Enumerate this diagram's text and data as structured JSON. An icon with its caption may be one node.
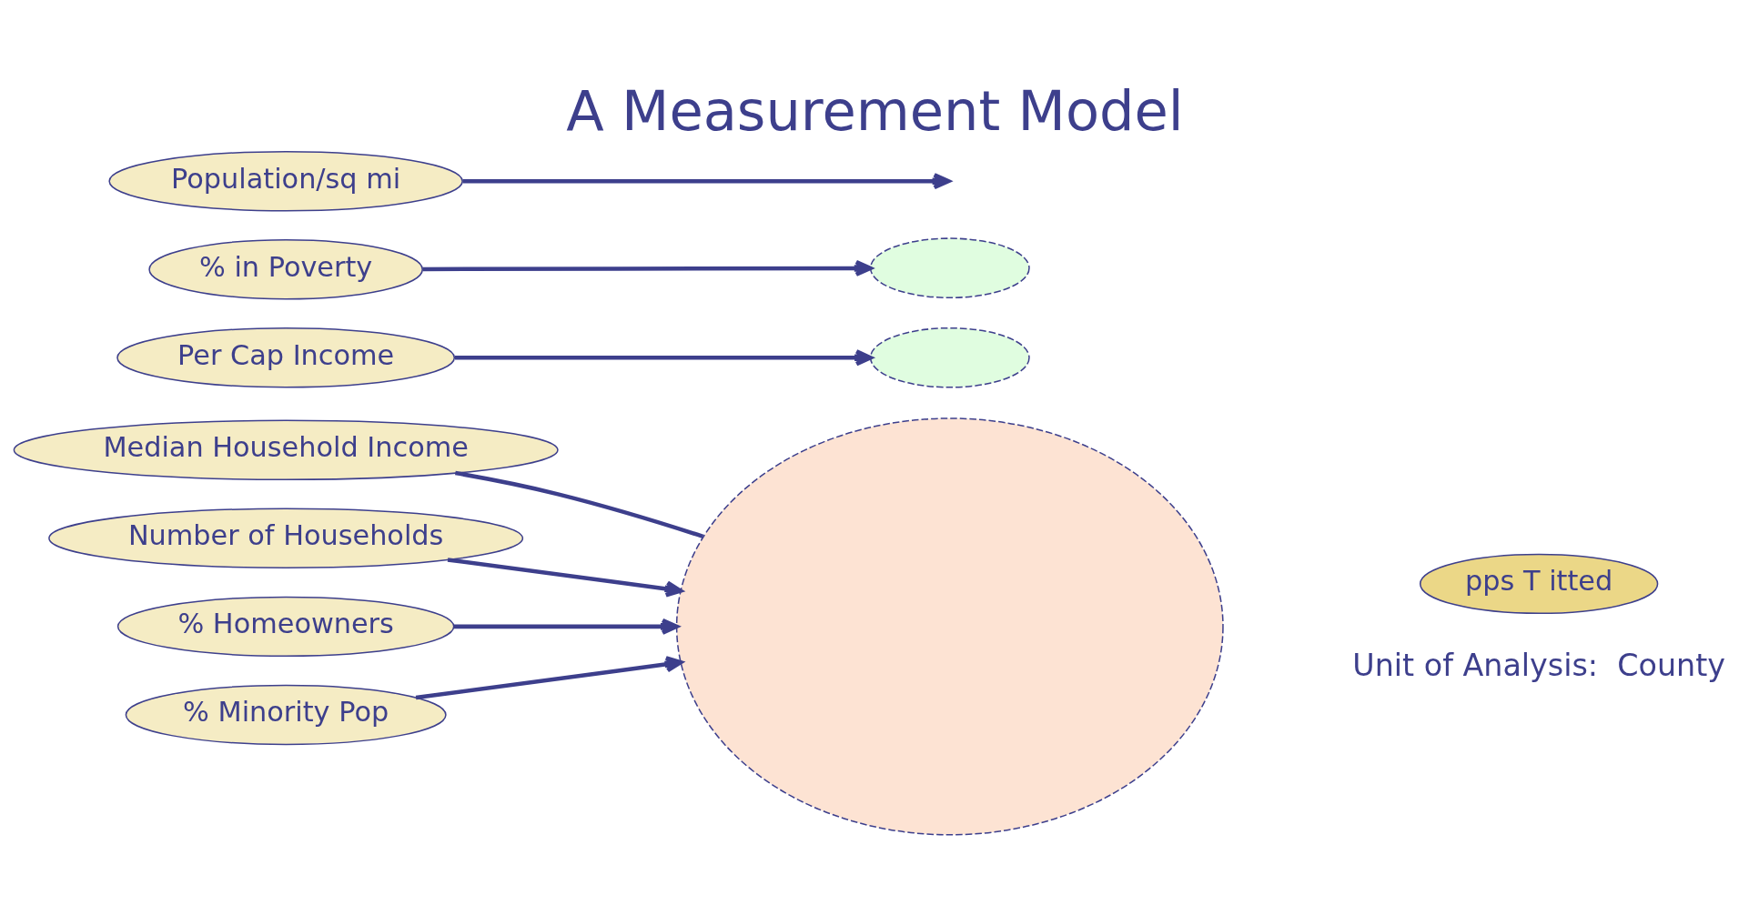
{
  "diagram": {
    "title": "A Measurement Model",
    "nodes": [
      {
        "text": [
          "Population/sq mi"
        ]
      },
      {
        "text": [
          "% in Poverty"
        ]
      },
      {
        "text": [
          "Per Cap Income"
        ]
      },
      {
        "text": [
          "Median Household Income"
        ]
      },
      {
        "text": [
          "Number of Households"
        ]
      },
      {
        "text": [
          "% Homeowners"
        ]
      },
      {
        "text": [
          "% Minority Pop"
        ]
      },
      {
        "text": [],
        "shape": "ellipse"
      },
      {
        "text": [],
        "shape": "ellipse"
      },
      {
        "text": [],
        "shape": "ellipse"
      },
      {
        "text": [
          "pps T itted"
        ]
      }
    ],
    "edges": [
      {
        "from": 0,
        "to": null,
        "arrow": "to"
      },
      {
        "from": 1,
        "to": 7,
        "arrow": "to"
      },
      {
        "from": 2,
        "to": 8,
        "arrow": "to"
      },
      {
        "from": 3,
        "to": 9,
        "arrow": "none"
      },
      {
        "from": 4,
        "to": 9,
        "arrow": "to"
      },
      {
        "from": 5,
        "to": 9,
        "arrow": "to"
      },
      {
        "from": 6,
        "to": 9,
        "arrow": "to"
      }
    ],
    "labels": [
      "Unit of Analysis:  County"
    ]
  }
}
